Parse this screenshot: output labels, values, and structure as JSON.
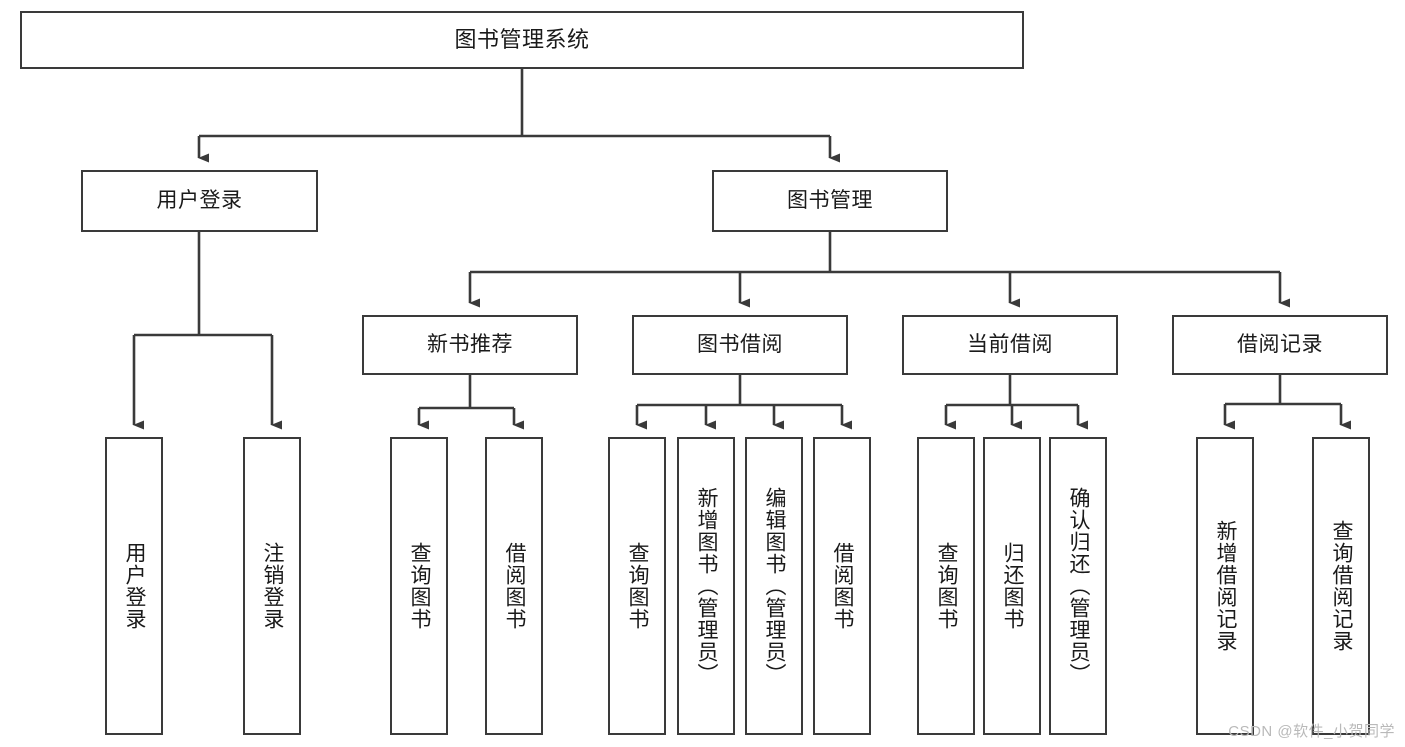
{
  "diagram": {
    "title": "图书管理系统",
    "root": {
      "label": "图书管理系统"
    },
    "level2": [
      {
        "label": "用户登录"
      },
      {
        "label": "图书管理"
      }
    ],
    "level3": [
      {
        "label": "新书推荐"
      },
      {
        "label": "图书借阅"
      },
      {
        "label": "当前借阅"
      },
      {
        "label": "借阅记录"
      }
    ],
    "leaves_user_login": [
      {
        "label": "用户登录"
      },
      {
        "label": "注销登录"
      }
    ],
    "leaves_new_book": [
      {
        "label": "查询图书"
      },
      {
        "label": "借阅图书"
      }
    ],
    "leaves_book_borrow": [
      {
        "label": "查询图书"
      },
      {
        "label": "新增图书（管理员）"
      },
      {
        "label": "编辑图书（管理员）"
      },
      {
        "label": "借阅图书"
      }
    ],
    "leaves_current_borrow": [
      {
        "label": "查询图书"
      },
      {
        "label": "归还图书"
      },
      {
        "label": "确认归还（管理员）"
      }
    ],
    "leaves_borrow_record": [
      {
        "label": "新增借阅记录"
      },
      {
        "label": "查询借阅记录"
      }
    ],
    "watermark": "CSDN @软件_小贺同学",
    "colors": {
      "stroke": "#3a3a3a",
      "fill": "#ffffff",
      "text": "#1a1a1a",
      "watermark": "#b9b9b9"
    }
  }
}
